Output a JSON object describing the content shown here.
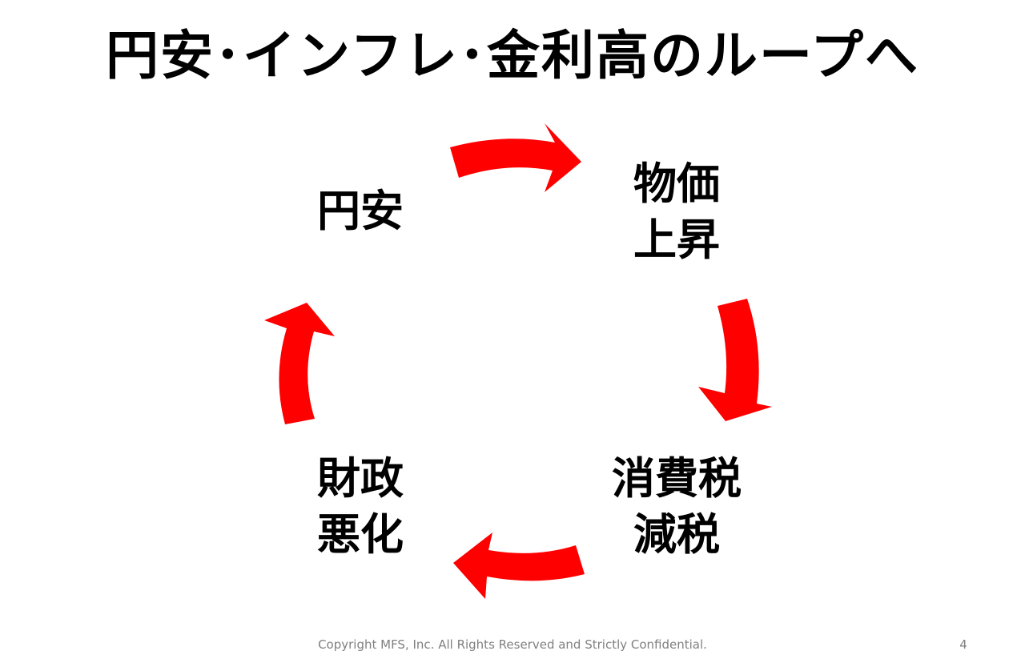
{
  "title": "円安･インフレ･金利高のループへ",
  "nodes": {
    "yen": [
      "円安"
    ],
    "price": [
      "物価",
      "上昇"
    ],
    "tax": [
      "消費税",
      "減税"
    ],
    "fiscal": [
      "財政",
      "悪化"
    ]
  },
  "arrow_color": "#ff0000",
  "footer": {
    "copyright": "Copyright MFS, Inc.  All Rights Reserved and Strictly Confidential.",
    "page_number": "4"
  }
}
